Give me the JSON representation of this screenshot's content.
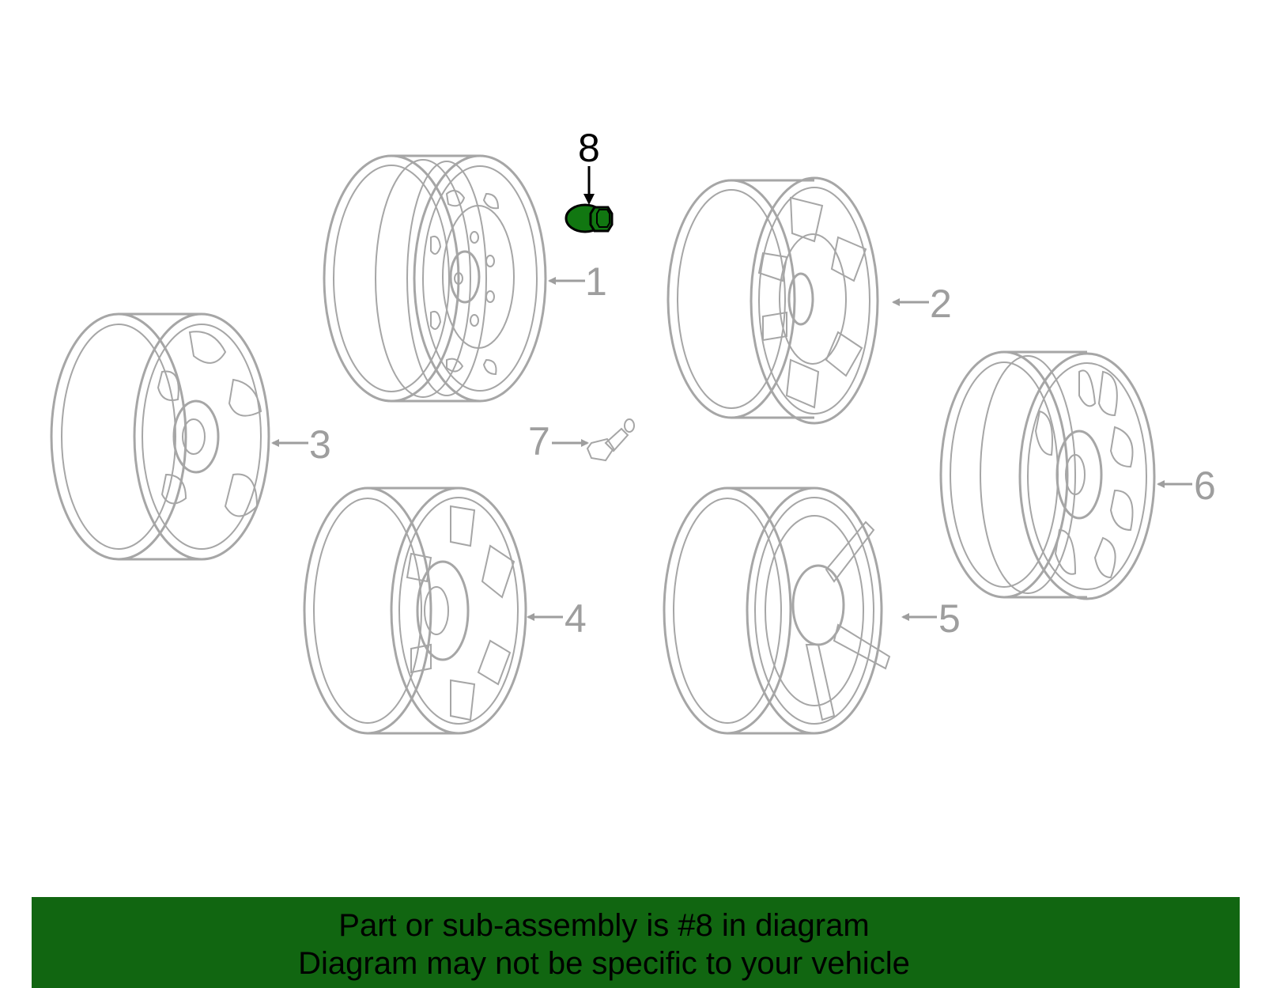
{
  "callouts": {
    "c1": "1",
    "c2": "2",
    "c3": "3",
    "c4": "4",
    "c5": "5",
    "c6": "6",
    "c7": "7",
    "c8": "8"
  },
  "highlighted_part": "8",
  "colors": {
    "highlight": "#117711",
    "banner": "#116611",
    "line_art": "#a6a6a6",
    "callout_text": "#9e9e9e"
  },
  "banner": {
    "line1": "Part or sub-assembly is #8 in diagram",
    "line2": "Diagram may not be specific to your vehicle"
  }
}
